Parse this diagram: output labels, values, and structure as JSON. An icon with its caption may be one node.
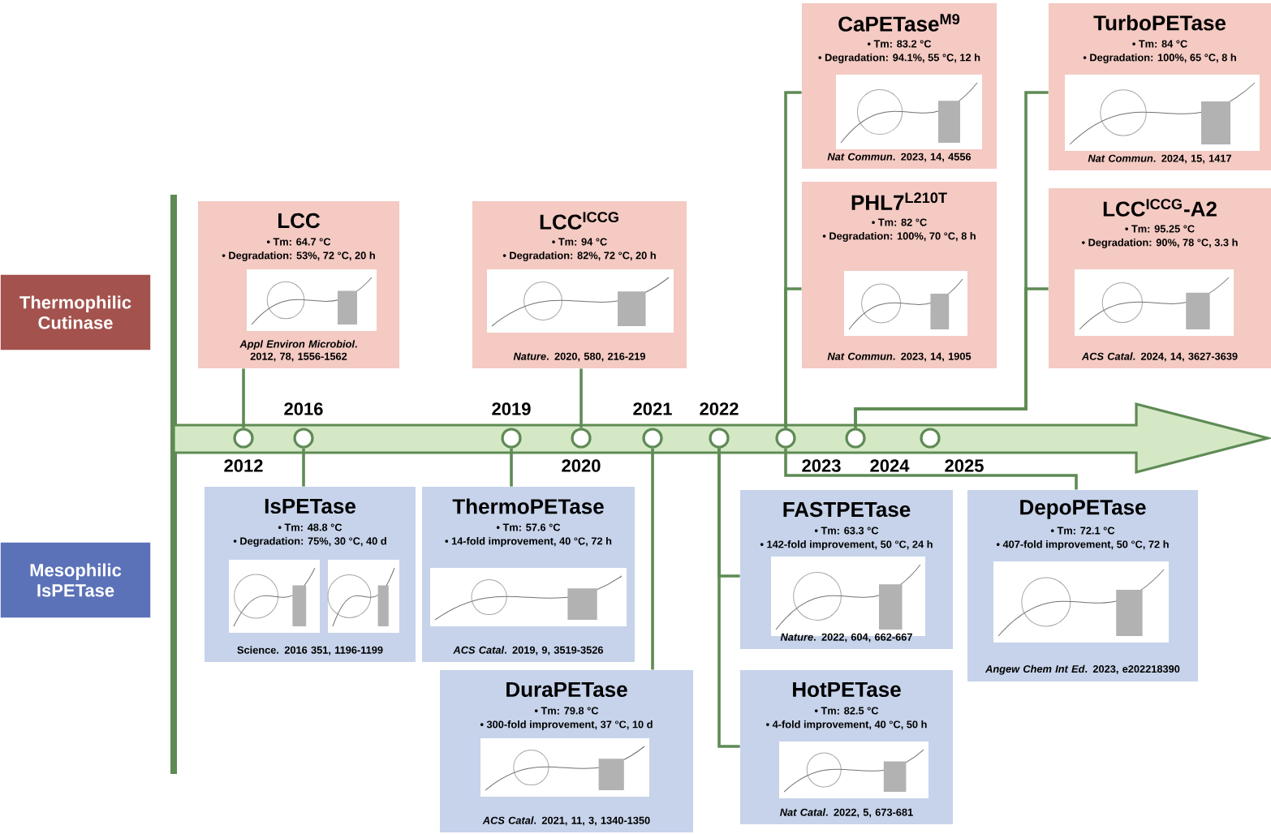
{
  "diagram": {
    "nodes": [
      {
        "text": [
          "Thermophilic Cutinase"
        ]
      },
      {
        "text": [
          "Mesophilic IsPETase"
        ]
      },
      {
        "text": [
          "LCC",
          "• Tm: 64.7 °C",
          "• Degradation: 53%, 72 °C, 20 h",
          "*Appl Environ Microbiol*. 2012, 78, 1556-1562"
        ]
      },
      {
        "text": [
          "LCC$^{ICCG}$",
          "• Tm: 94 °C",
          "• Degradation: 82%, 72 °C, 20 h",
          "*Nature*. 2020, 580, 216-219"
        ]
      },
      {
        "text": [
          "CaPETase$^{M9}$",
          "• Tm: 83.2 °C",
          "• Degradation: 94.1%, 55 °C, 12 h",
          "*Nat Commun*. 2023, 14, 4556"
        ]
      },
      {
        "text": [
          "TurboPETase",
          "• Tm: 84 °C",
          "• Degradation: 100%, 65 °C, 8 h",
          "*Nat Commun*. 2024, 15, 1417"
        ]
      },
      {
        "text": [
          "PHL7$^{L210T}$",
          "• Tm: 82 °C",
          "• Degradation: 100%, 70 °C, 8 h",
          "*Nat Commun*. 2023, 14, 1905"
        ]
      },
      {
        "text": [
          "LCC$^{ICCG}$-A2",
          "• Tm: 95.25 °C",
          "• Degradation: 90%, 78 °C, 3.3 h",
          "*ACS Catal*. 2024, 14, 3627-3639"
        ]
      },
      {
        "text": [],
        "shape": "circle",
        "beside": [
          "2012"
        ]
      },
      {
        "text": [],
        "shape": "circle",
        "beside": [
          "2016"
        ]
      },
      {
        "text": [],
        "shape": "circle",
        "beside": [
          "2019"
        ]
      },
      {
        "text": [],
        "shape": "circle",
        "beside": [
          "2020"
        ]
      },
      {
        "text": [],
        "shape": "circle",
        "beside": [
          "2021"
        ]
      },
      {
        "text": [],
        "shape": "circle",
        "beside": [
          "2022"
        ]
      },
      {
        "text": [],
        "shape": "circle",
        "beside": [
          "2023"
        ]
      },
      {
        "text": [],
        "shape": "circle",
        "beside": [
          "2024"
        ]
      },
      {
        "text": [],
        "shape": "circle",
        "beside": [
          "2025"
        ]
      },
      {
        "text": [
          "IsPETase",
          "• Tm: 48.8 °C",
          "• Degradation: 75%, 30 °C, 40 d",
          "Science. 2016 351, 1196-1199"
        ]
      },
      {
        "text": [
          "ThermoPETase",
          "• Tm: 57.6 °C",
          "• 14-fold improvement, 40 °C, 72 h",
          "*ACS Catal*. 2019, 9, 3519-3526"
        ]
      },
      {
        "text": [
          "FASTPETase",
          "• Tm: 63.3 °C",
          "• 142-fold improvement, 50 °C, 24 h",
          "*Nature*. 2022, 604, 662-667"
        ]
      },
      {
        "text": [
          "DepoPETase",
          "• Tm: 72.1 °C",
          "• 407-fold improvement, 50 °C, 72 h",
          "*Angew Chem Int Ed*. 2023, e202218390"
        ]
      },
      {
        "text": [
          "DuraPETase",
          "• Tm: 79.8 °C",
          "• 300-fold improvement, 37 °C, 10 d",
          "*ACS Catal*. 2021, 11, 3, 1340-1350"
        ]
      },
      {
        "text": [
          "HotPETase",
          "• Tm: 82.5 °C",
          "• 4-fold improvement, 40 °C, 50 h",
          "*Nat Catal*. 2022, 5, 673-681"
        ]
      }
    ],
    "edges": [
      {
        "from": 8,
        "to": 2,
        "arrow": "none"
      },
      {
        "from": 11,
        "to": 3,
        "arrow": "none"
      },
      {
        "from": 14,
        "to": 4,
        "arrow": "none"
      },
      {
        "from": 14,
        "to": 6,
        "arrow": "none"
      },
      {
        "from": 15,
        "to": 5,
        "arrow": "none"
      },
      {
        "from": 15,
        "to": 7,
        "arrow": "none"
      },
      {
        "from": 9,
        "to": 17,
        "arrow": "none"
      },
      {
        "from": 10,
        "to": 18,
        "arrow": "none"
      },
      {
        "from": 12,
        "to": 21,
        "arrow": "none"
      },
      {
        "from": 13,
        "to": 19,
        "arrow": "none"
      },
      {
        "from": 13,
        "to": 22,
        "arrow": "none"
      },
      {
        "from": 14,
        "to": 20,
        "arrow": "none"
      }
    ]
  }
}
